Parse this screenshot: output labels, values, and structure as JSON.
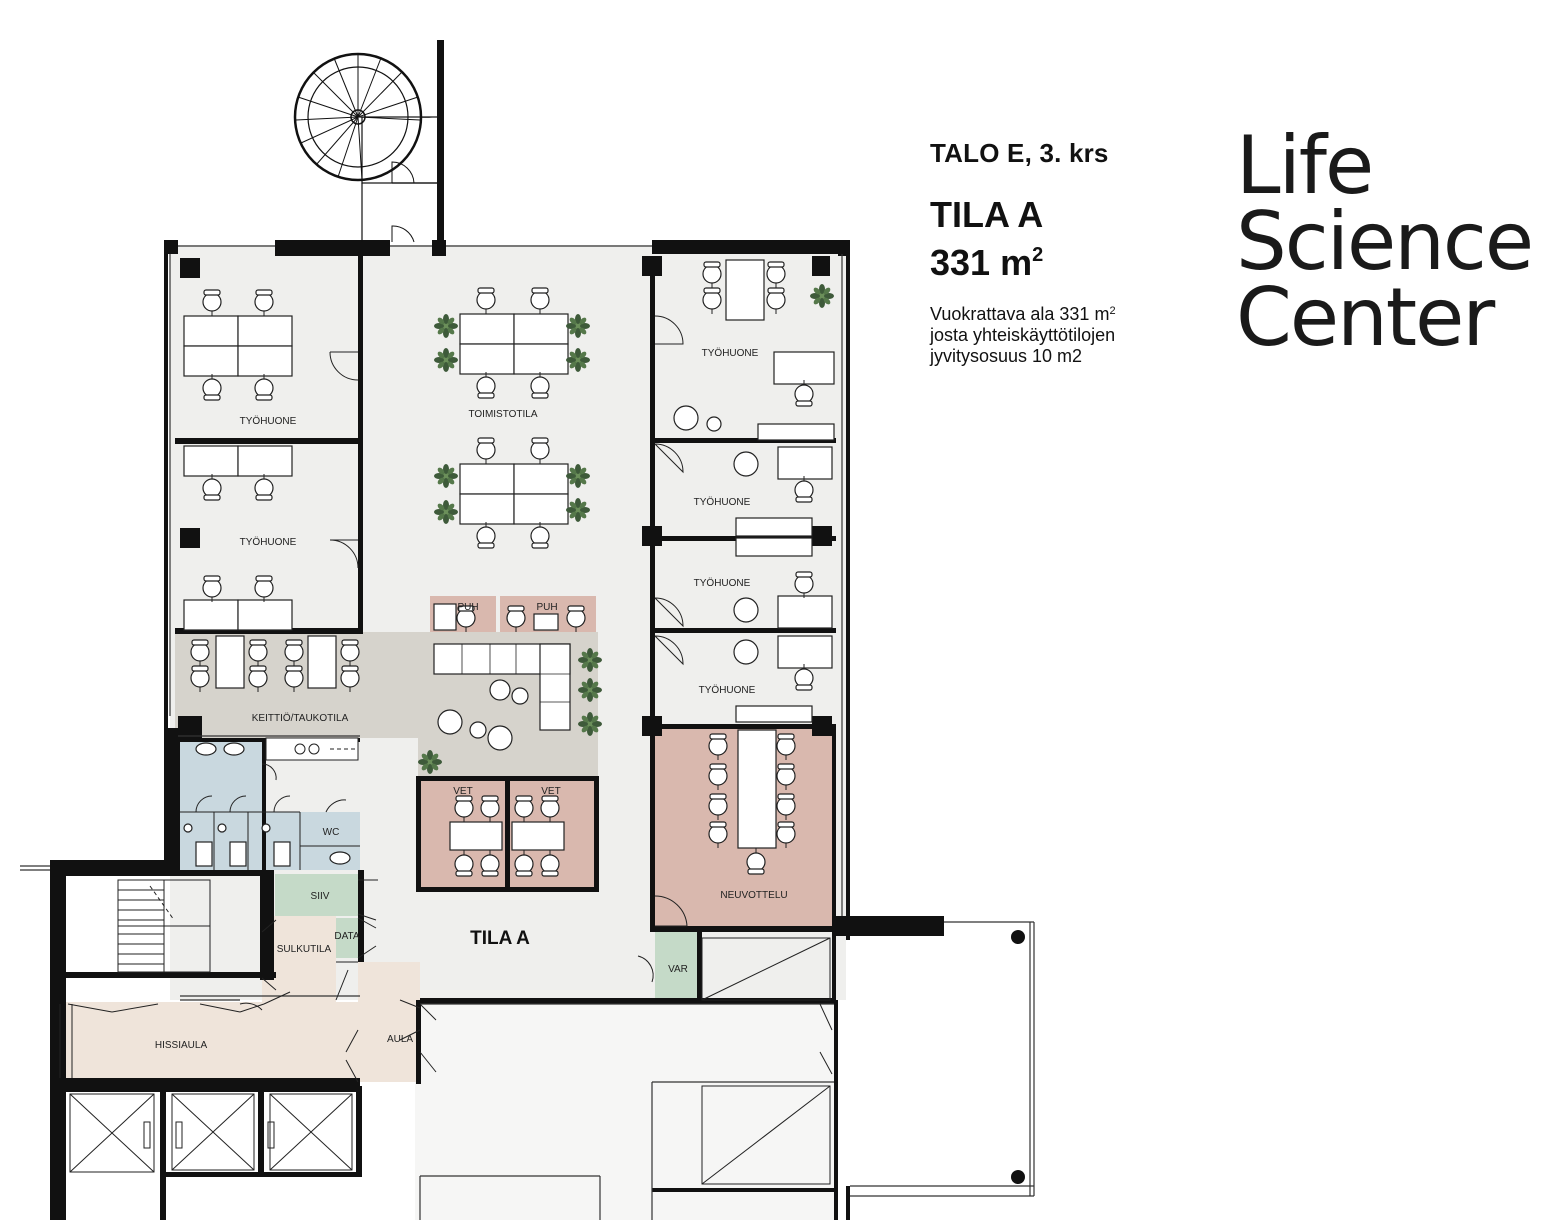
{
  "info": {
    "building_floor": "TALO E, 3. krs",
    "space_name": "TILA A",
    "area_value": "331 m",
    "area_sup": "2",
    "desc_line1": "Vuokrattava ala 331 m",
    "desc_line1_sup": "2",
    "desc_line2": "josta yhteiskäyttötilojen",
    "desc_line3": "jyvitysosuus 10 m2"
  },
  "brand": {
    "line1": "Life",
    "line2": "Science",
    "line3": "Center"
  },
  "rooms": {
    "tyohuone_nw": "TYÖHUONE",
    "tyohuone_w": "TYÖHUONE",
    "toimistotila": "TOIMISTOTILA",
    "tyohuone_ne": "TYÖHUONE",
    "tyohuone_e1": "TYÖHUONE",
    "tyohuone_e2": "TYÖHUONE",
    "tyohuone_e3": "TYÖHUONE",
    "puh_1": "PUH",
    "puh_2": "PUH",
    "keittio": "KEITTIÖ/TAUKOTILA",
    "vet_1": "VET",
    "vet_2": "VET",
    "wc": "WC",
    "siiv": "SIIV",
    "sulkutila": "SULKUTILA",
    "data": "DATA",
    "hissiaula": "HISSIAULA",
    "aula": "AULA",
    "var": "VAR",
    "neuvottelu": "NEUVOTTELU",
    "tila_a": "TILA A"
  },
  "fill_colors": {
    "floor": "#efefed",
    "kitchen": "#d6d3cc",
    "pink": "#d9b8ae",
    "wc_blue": "#c9d8df",
    "siiv_green": "#c5dac8",
    "lobby": "#efe4da",
    "wall": "#111111",
    "plant": "#3e5a3a"
  }
}
